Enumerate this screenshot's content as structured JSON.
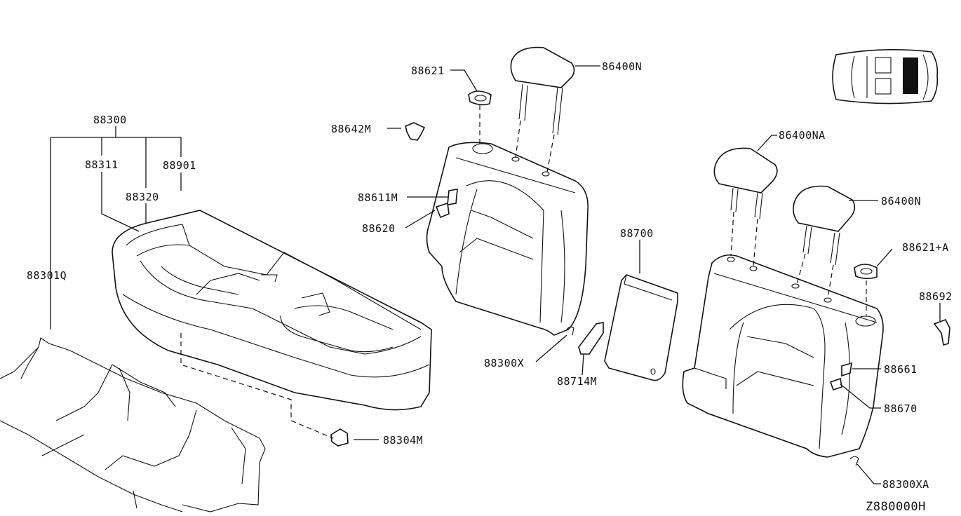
{
  "diagram_code": "Z880000H",
  "labels": {
    "p88300": "88300",
    "p88311": "88311",
    "p88901": "88901",
    "p88320": "88320",
    "p88301q": "88301Q",
    "p88621": "88621",
    "p86400n_top": "86400N",
    "p88642m": "88642M",
    "p88611m": "88611M",
    "p88620": "88620",
    "p86400na": "86400NA",
    "p86400n_right": "86400N",
    "p88700": "88700",
    "p88621a": "88621+A",
    "p88692": "88692",
    "p88661": "88661",
    "p88670": "88670",
    "p88300x": "88300X",
    "p88714m": "88714M",
    "p88304m": "88304M",
    "p88300xa": "88300XA"
  },
  "icons": {
    "locator": "car-top-view-icon"
  }
}
